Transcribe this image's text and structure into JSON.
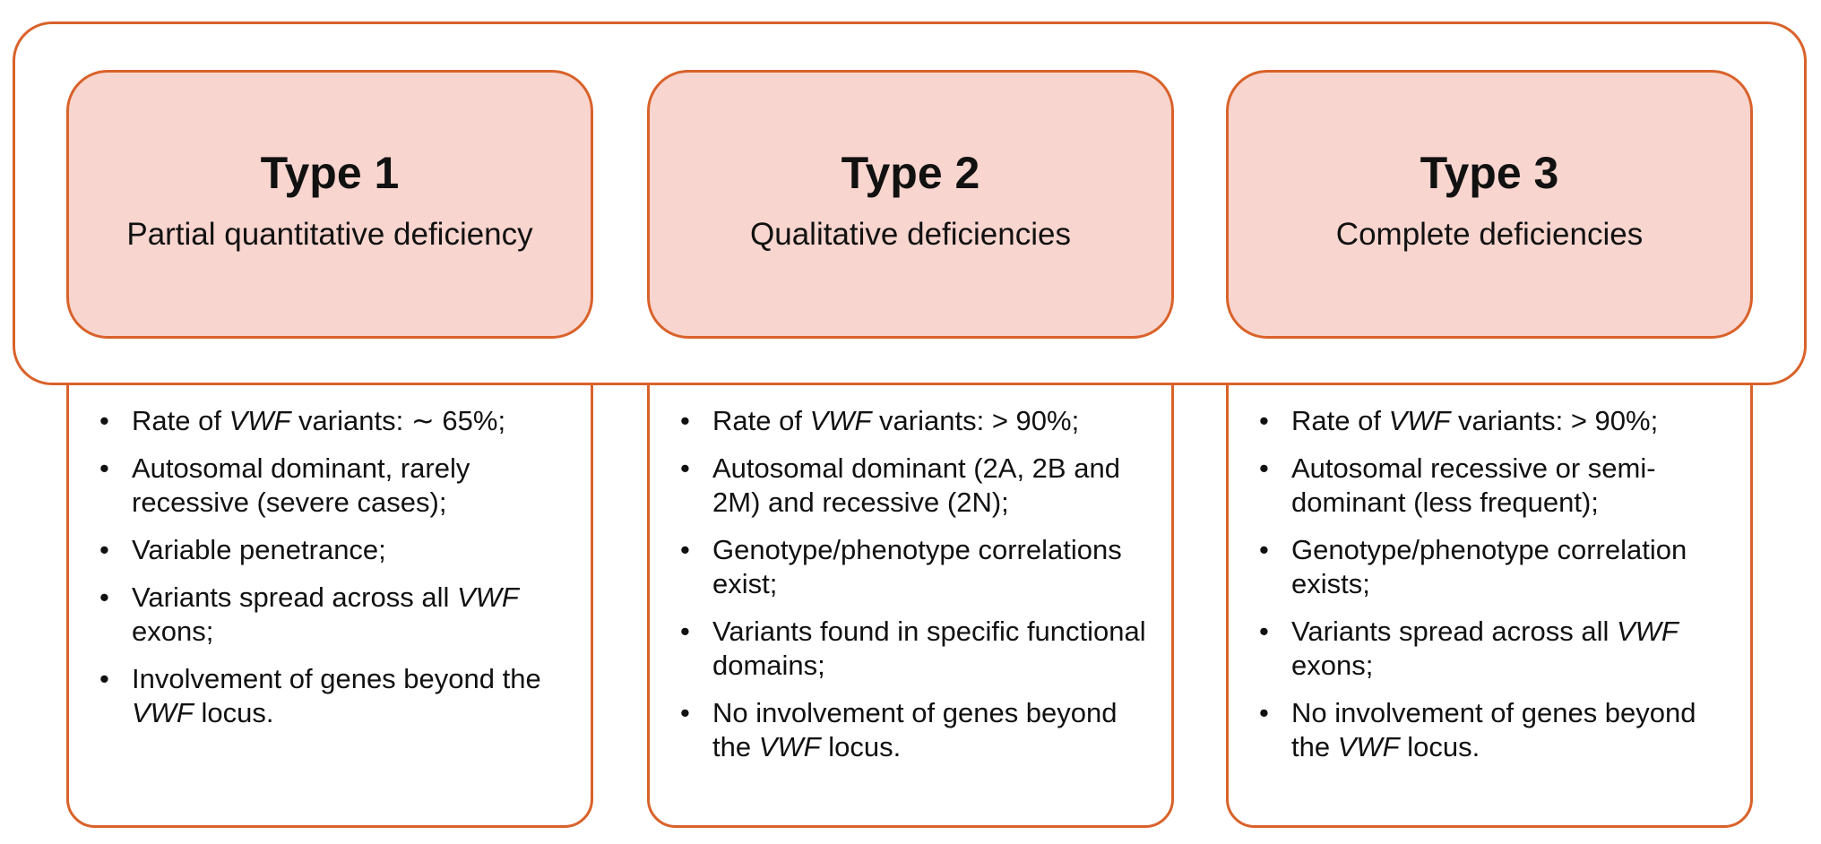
{
  "types": [
    {
      "title": "Type 1",
      "subtitle": "Partial quantitative deficiency",
      "features": [
        [
          {
            "t": "Rate of "
          },
          {
            "t": "VWF",
            "i": true
          },
          {
            "t": " variants: ∼ 65%;"
          }
        ],
        [
          {
            "t": "Autosomal dominant, rarely recessive (severe cases);"
          }
        ],
        [
          {
            "t": "Variable penetrance;"
          }
        ],
        [
          {
            "t": "Variants spread across all "
          },
          {
            "t": "VWF",
            "i": true
          },
          {
            "t": " exons;"
          }
        ],
        [
          {
            "t": "Involvement of genes beyond the "
          },
          {
            "t": "VWF",
            "i": true
          },
          {
            "t": " locus."
          }
        ]
      ]
    },
    {
      "title": "Type 2",
      "subtitle": "Qualitative deficiencies",
      "features": [
        [
          {
            "t": "Rate of "
          },
          {
            "t": "VWF",
            "i": true
          },
          {
            "t": " variants: > 90%;"
          }
        ],
        [
          {
            "t": "Autosomal dominant (2A, 2B and 2M) and recessive (2N);"
          }
        ],
        [
          {
            "t": "Genotype/phenotype correlations exist;"
          }
        ],
        [
          {
            "t": "Variants found in specific functional domains;"
          }
        ],
        [
          {
            "t": "No involvement of genes beyond the "
          },
          {
            "t": "VWF",
            "i": true
          },
          {
            "t": " locus."
          }
        ]
      ]
    },
    {
      "title": "Type 3",
      "subtitle": "Complete deficiencies",
      "features": [
        [
          {
            "t": "Rate of "
          },
          {
            "t": "VWF",
            "i": true
          },
          {
            "t": " variants: > 90%;"
          }
        ],
        [
          {
            "t": "Autosomal recessive or semi-dominant (less frequent);"
          }
        ],
        [
          {
            "t": "Genotype/phenotype correlation exists;"
          }
        ],
        [
          {
            "t": "Variants spread across all "
          },
          {
            "t": "VWF",
            "i": true
          },
          {
            "t": " exons;"
          }
        ],
        [
          {
            "t": "No involvement of genes beyond the "
          },
          {
            "t": "VWF",
            "i": true
          },
          {
            "t": " locus."
          }
        ]
      ]
    }
  ],
  "bullet": "•",
  "colors": {
    "border": "#d9622a",
    "header_fill": "#f8d5ce",
    "text": "#111111"
  }
}
